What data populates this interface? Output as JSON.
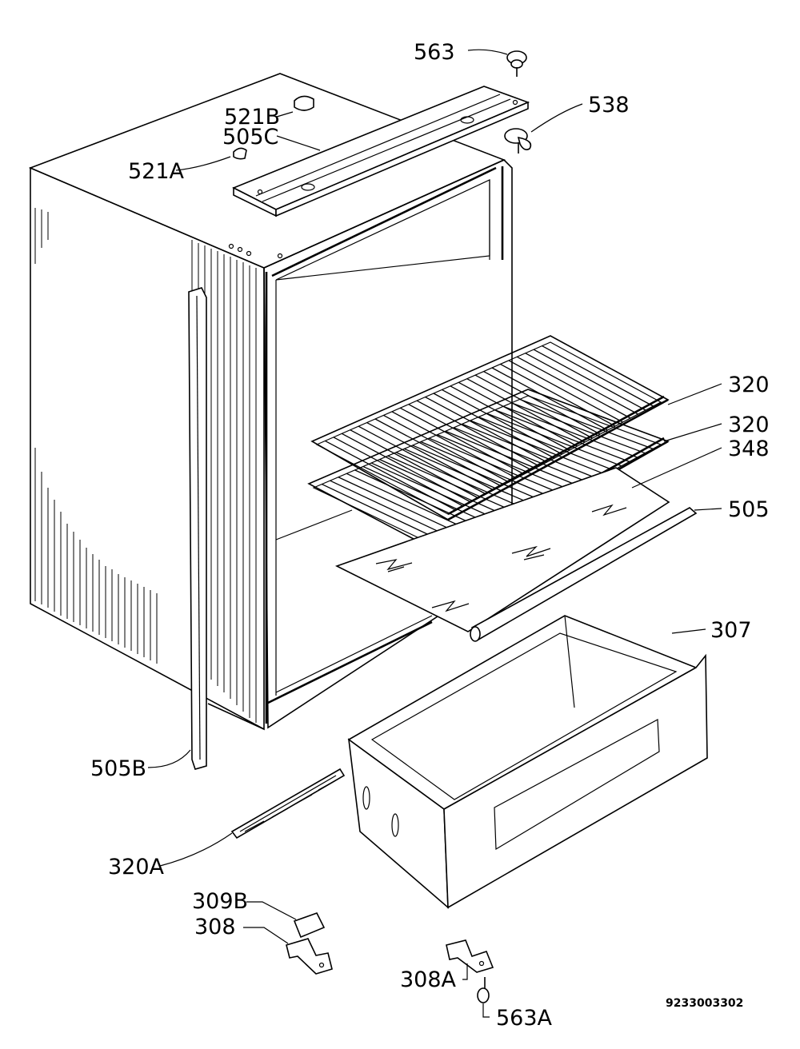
{
  "labels": {
    "p563": "563",
    "p538": "538",
    "p521b": "521B",
    "p505c": "505C",
    "p521a": "521A",
    "p320_top": "320",
    "p320_mid": "320",
    "p348": "348",
    "p505": "505",
    "p307": "307",
    "p505b": "505B",
    "p320a": "320A",
    "p309b": "309B",
    "p308": "308",
    "p308a": "308A",
    "p563a": "563A"
  },
  "document_number": "9233003302"
}
